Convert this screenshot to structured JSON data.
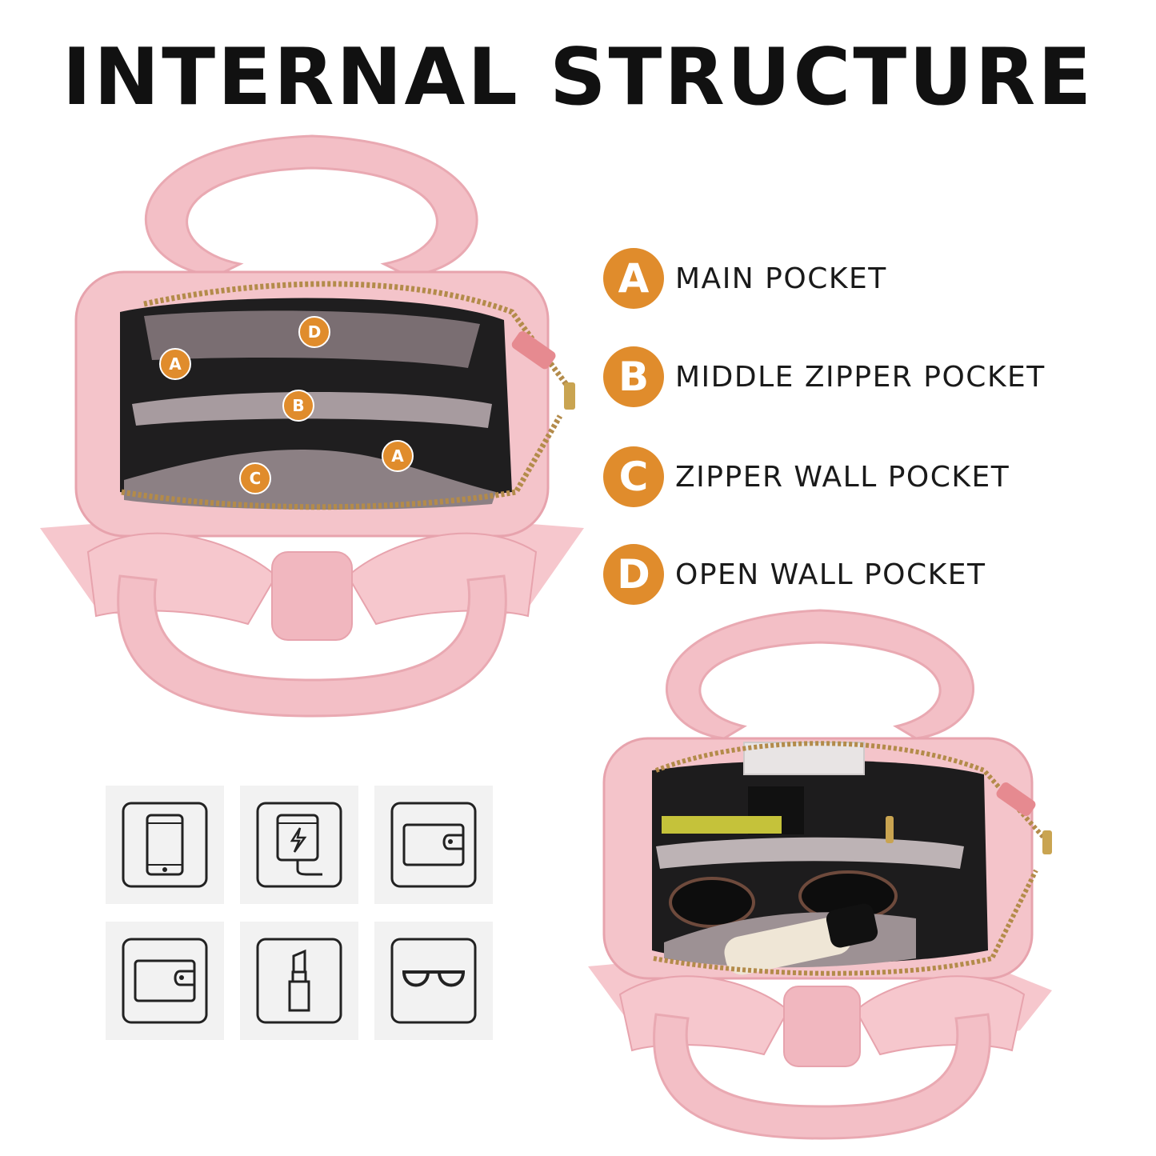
{
  "title": "INTERNAL STRUCTURE",
  "accent_color": "#e08c2c",
  "legend": [
    {
      "letter": "A",
      "label": "MAIN POCKET"
    },
    {
      "letter": "B",
      "label": "MIDDLE ZIPPER POCKET"
    },
    {
      "letter": "C",
      "label": "ZIPPER WALL POCKET"
    },
    {
      "letter": "D",
      "label": "OPEN WALL POCKET"
    }
  ],
  "bag_markers": {
    "d": "D",
    "a_left": "A",
    "b": "B",
    "a_right": "A",
    "c": "C"
  },
  "icons": [
    {
      "name": "phone-icon"
    },
    {
      "name": "power-bank-icon"
    },
    {
      "name": "wallet-icon"
    },
    {
      "name": "card-wallet-icon"
    },
    {
      "name": "lipstick-icon"
    },
    {
      "name": "glasses-icon"
    }
  ]
}
